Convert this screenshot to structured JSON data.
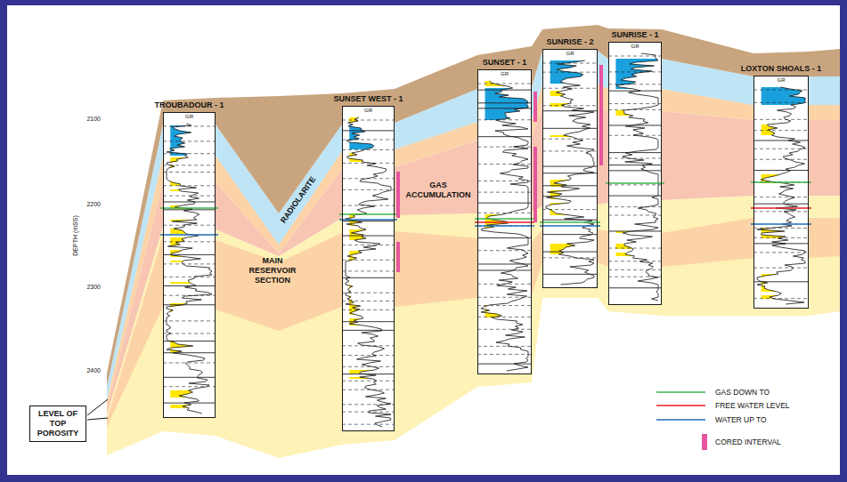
{
  "diagram": {
    "nodes": [
      {
        "text": [
          "TROUBADOUR - 1",
          "GR"
        ]
      },
      {
        "text": [
          "SUNSET WEST - 1",
          "GR"
        ]
      },
      {
        "text": [
          "SUNSET - 1",
          "GR"
        ]
      },
      {
        "text": [
          "SUNRISE - 2",
          "GR"
        ]
      },
      {
        "text": [
          "SUNRISE - 1",
          "GR"
        ]
      },
      {
        "text": [
          "LOXTON SHOALS - 1",
          "GR"
        ]
      },
      {
        "text": [
          "LEVEL OF TOP POROSITY"
        ]
      }
    ],
    "labels": [
      "2100",
      "2200",
      "2300",
      "2400",
      "DEPTH (mSS)",
      "RADIOLARITE",
      "GAS ACCUMULATION",
      "MAIN RESERVOIR SECTION"
    ],
    "legend": [
      {
        "text": "GAS DOWN TO"
      },
      {
        "text": "FREE WATER LEVEL"
      },
      {
        "text": "WATER UP TO"
      },
      {
        "text": "CORED INTERVAL"
      }
    ]
  }
}
